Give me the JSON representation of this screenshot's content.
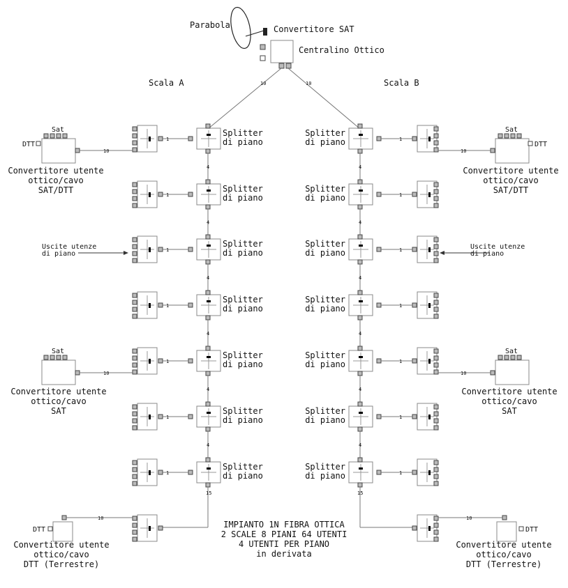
{
  "head": {
    "dish_label": "Parabola",
    "lnb_label": "Convertitore SAT",
    "central_label": "Centralino Ottico",
    "feed_left_count": "10",
    "feed_right_count": "10"
  },
  "scala_a_title": "Scala A",
  "scala_b_title": "Scala B",
  "splitter": {
    "line1": "Splitter",
    "line2": "di piano"
  },
  "link_counts": {
    "user": "1",
    "riser": "4",
    "bottom": "15",
    "converter": "10"
  },
  "outputs_note": {
    "line1": "Uscite utenze",
    "line2": "di piano"
  },
  "converters": {
    "sat_dtt": {
      "sat_tag": "Sat",
      "dtt_tag": "DTT",
      "line1": "Convertitore utente",
      "line2": "ottico/cavo",
      "line3": "SAT/DTT"
    },
    "sat": {
      "sat_tag": "Sat",
      "line1": "Convertitore utente",
      "line2": "ottico/cavo",
      "line3": "SAT"
    },
    "dtt": {
      "dtt_tag": "DTT",
      "line1": "Convertitore utente",
      "line2": "ottico/cavo",
      "line3": "DTT (Terrestre)"
    }
  },
  "caption": {
    "line1": "IMPIANTO 1N FIBRA OTTICA",
    "line2": "2 SCALE 8 PIANI 64 UTENTI",
    "line3": "4 UTENTI PER PIANO",
    "line4": "in derivata"
  }
}
